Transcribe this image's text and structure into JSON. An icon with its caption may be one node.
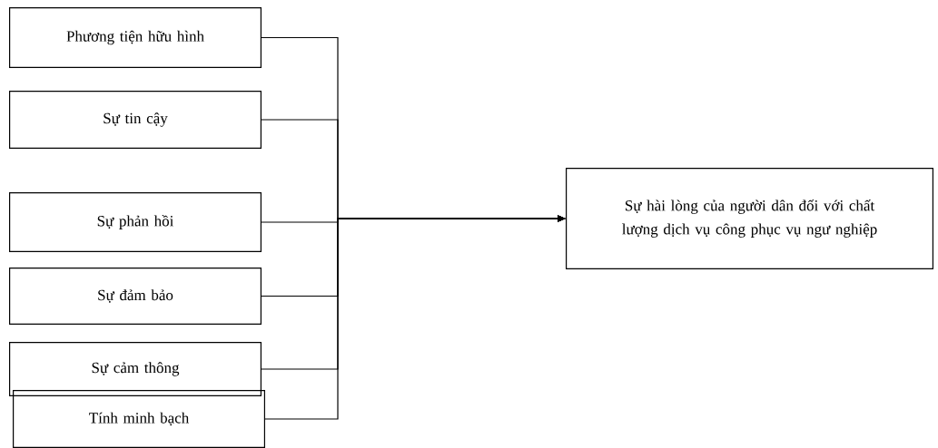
{
  "diagram": {
    "nodes": [
      {
        "text": [
          "Phương tiện hữu hình"
        ]
      },
      {
        "text": [
          "Sự tin cậy"
        ]
      },
      {
        "text": [
          "Sự phản hồi"
        ]
      },
      {
        "text": [
          "Sự đảm bảo"
        ]
      },
      {
        "text": [
          "Sự cảm thông"
        ]
      },
      {
        "text": [
          "Tính minh bạch"
        ]
      },
      {
        "text": [
          "Sự hài lòng của người dân đối với chất lượng dịch vụ công phục vụ ngư nghiệp"
        ]
      }
    ],
    "edges": [
      {
        "from": 0,
        "to": 6,
        "arrow": "to"
      },
      {
        "from": 1,
        "to": 6,
        "arrow": "to"
      },
      {
        "from": 2,
        "to": 6,
        "arrow": "to"
      },
      {
        "from": 3,
        "to": 6,
        "arrow": "to"
      },
      {
        "from": 4,
        "to": 6,
        "arrow": "to"
      },
      {
        "from": 5,
        "to": 6,
        "arrow": "to"
      }
    ]
  }
}
